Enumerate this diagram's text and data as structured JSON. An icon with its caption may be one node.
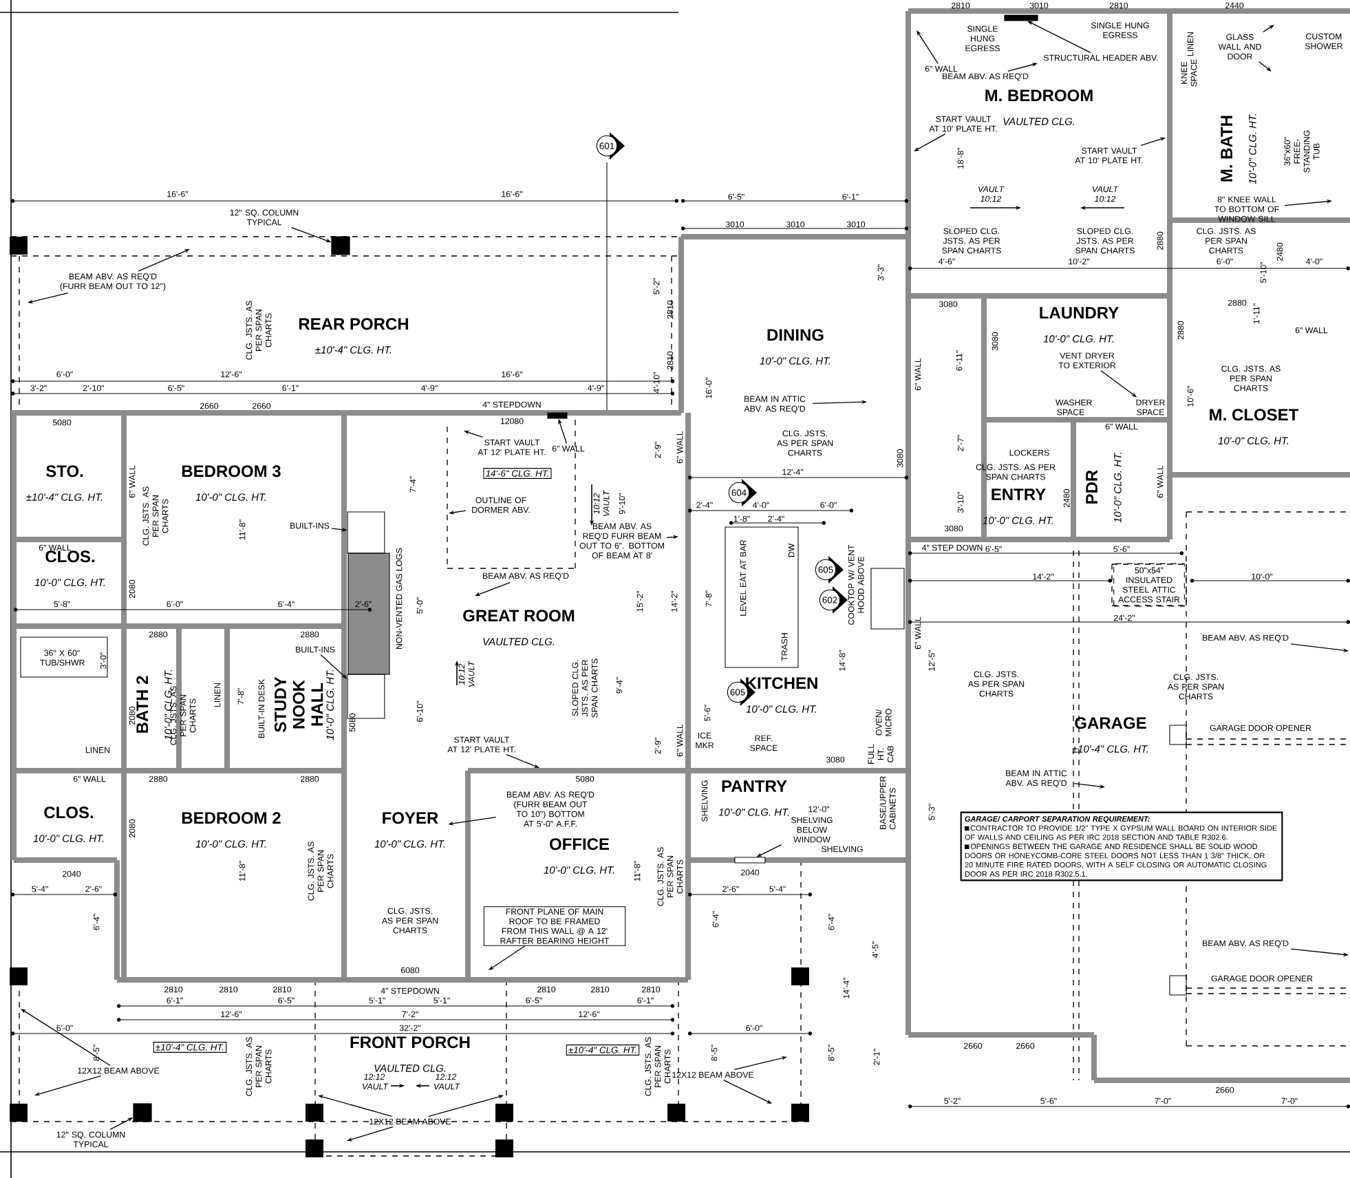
{
  "diagram": {
    "nodes": [
      {
        "text": [
          "REAR PORCH",
          "±10'-4\" CLG. HT."
        ]
      },
      {
        "text": [
          "M. BEDROOM",
          "VAULTED CLG."
        ]
      },
      {
        "text": [
          "M. BATH",
          "10'-0\" CLG. HT."
        ]
      },
      {
        "text": [
          "DINING",
          "10'-0\" CLG. HT."
        ]
      },
      {
        "text": [
          "LAUNDRY",
          "10'-0\" CLG. HT."
        ]
      },
      {
        "text": [
          "M. CLOSET",
          "10'-0\" CLG. HT."
        ]
      },
      {
        "text": [
          "STO.",
          "±10'-4\" CLG. HT."
        ]
      },
      {
        "text": [
          "BEDROOM 3",
          "10'-0\" CLG. HT."
        ]
      },
      {
        "text": [
          "GREAT ROOM",
          "VAULTED CLG."
        ]
      },
      {
        "text": [
          "CLOS.",
          "10'-0\" CLG. HT."
        ]
      },
      {
        "text": [
          "BATH 2",
          "10'-0\" CLG. HT."
        ]
      },
      {
        "text": [
          "STUDY NOOK HALL",
          "10'-0\" CLG. HT."
        ]
      },
      {
        "text": [
          "ENTRY",
          "10'-0\" CLG. HT."
        ]
      },
      {
        "text": [
          "PDR",
          "10'-0\" CLG. HT."
        ]
      },
      {
        "text": [
          "KITCHEN",
          "10'-0\" CLG. HT."
        ]
      },
      {
        "text": [
          "GARAGE",
          "±10'-4\" CLG. HT."
        ]
      },
      {
        "text": [
          "PANTRY",
          "10'-0\" CLG. HT."
        ]
      },
      {
        "text": [
          "CLOS.",
          "10'-0\" CLG. HT."
        ]
      },
      {
        "text": [
          "BEDROOM 2",
          "10'-0\" CLG. HT."
        ]
      },
      {
        "text": [
          "FOYER",
          "10'-0\" CLG. HT."
        ]
      },
      {
        "text": [
          "OFFICE",
          "10'-0\" CLG. HT."
        ]
      },
      {
        "text": [
          "FRONT PORCH",
          "VAULTED CLG."
        ]
      },
      {
        "text": [
          "12\" SQ. COLUMN TYPICAL"
        ]
      },
      {
        "text": [
          "BEAM ABV. AS REQ'D (FURR BEAM OUT TO 12\")"
        ]
      },
      {
        "text": [
          "6\" WALL"
        ]
      },
      {
        "text": [
          "STRUCTURAL HEADER ABV."
        ]
      },
      {
        "text": [
          "BEAM ABV. AS REQ'D"
        ]
      },
      {
        "text": [
          "START VAULT AT 10' PLATE HT."
        ]
      },
      {
        "text": [
          "START VAULT AT 10' PLATE HT."
        ]
      },
      {
        "text": [
          "GLASS WALL AND DOOR"
        ]
      },
      {
        "text": [
          "8\" KNEE WALL TO BOTTOM OF WINDOW SILL"
        ]
      },
      {
        "text": [
          "BEAM IN ATTIC ABV. AS REQ'D"
        ]
      },
      {
        "text": [
          "VENT DRYER TO EXTERIOR"
        ]
      },
      {
        "text": [
          "START VAULT AT 12' PLATE HT."
        ]
      },
      {
        "text": [
          "OUTLINE OF DORMER ABV."
        ]
      },
      {
        "text": [
          "BEAM ABV. AS REQ'D FURR BEAM OUT TO 6\". BOTTOM OF BEAM AT 8'"
        ]
      },
      {
        "text": [
          "BEAM ABV. AS REQ'D"
        ]
      },
      {
        "text": [
          "BUILT-INS"
        ]
      },
      {
        "text": [
          "BUILT-INS"
        ]
      },
      {
        "text": [
          "START VAULT AT 12' PLATE HT."
        ]
      },
      {
        "text": [
          "BEAM ABV. AS REQ'D (FURR BEAM OUT TO 10\") BOTTOM AT 5'-0\" A.F.F."
        ]
      },
      {
        "text": [
          "FRONT PLANE OF MAIN ROOF TO BE FRAMED FROM THIS WALL @ A 12' RAFTER BEARING HEIGHT"
        ]
      },
      {
        "text": [
          "12X12 BEAM ABOVE"
        ]
      },
      {
        "text": [
          "12\" SQ. COLUMN TYPICAL"
        ]
      },
      {
        "text": [
          "12X12 BEAM ABOVE"
        ]
      },
      {
        "text": [
          "12X12 BEAM ABOVE"
        ]
      },
      {
        "text": [
          "SHELVING BELOW WINDOW"
        ]
      },
      {
        "text": [
          "BEAM IN ATTIC ABV. AS REQ'D"
        ]
      },
      {
        "text": [
          "BEAM ABV. AS REQ'D"
        ]
      },
      {
        "text": [
          "BEAM ABV. AS REQ'D"
        ]
      },
      {
        "text": [
          "6\" WALL"
        ]
      },
      {
        "text": [
          "GARAGE/ CARPORT SEPARATION REQUIREMENT:",
          "CONTRACTOR TO PROVIDE 1/2\" TYPE X GYPSUM WALL BOARD ON INTERIOR SIDE OF WALLS AND CEILING AS PER IRC 2018 SECTION AND TABLE R302.6.",
          "OPENINGS BETWEEN THE GARAGE AND RESIDENCE SHALL BE SOLID WOOD DOORS OR HONEYCOMB-CORE STEEL DOORS NOT LESS THAN 1 3/8\" THICK, OR 20 MINUTE FIRE RATED DOORS, WITH A SELF CLOSING OR AUTOMATIC CLOSING DOOR AS PER IRC 2018 R302.5.1."
        ]
      },
      {
        "text": [
          "50\"x54\" INSULATED STEEL ATTIC ACCESS STAIR"
        ]
      },
      {
        "text": [
          "601"
        ]
      },
      {
        "text": [
          "604"
        ]
      },
      {
        "text": [
          "605"
        ]
      },
      {
        "text": [
          "602"
        ]
      },
      {
        "text": [
          "605"
        ]
      },
      {
        "text": [],
        "shape": "box"
      },
      {
        "text": [],
        "shape": "box"
      },
      {
        "text": [],
        "shape": "box"
      },
      {
        "text": [],
        "shape": "box"
      },
      {
        "text": [
          "DRYER SPACE"
        ]
      },
      {
        "text": [],
        "shape": "bar"
      },
      {
        "text": [],
        "shape": "bar"
      },
      {
        "text": [],
        "shape": "bar"
      }
    ],
    "edges": [
      {
        "from": 22,
        "to": 60,
        "arrow": "to"
      },
      {
        "from": 23,
        "to": null,
        "arrow": "to"
      },
      {
        "from": 23,
        "to": null,
        "arrow": "to"
      },
      {
        "from": 24,
        "to": null,
        "arrow": "to"
      },
      {
        "from": 25,
        "to": 63,
        "arrow": "to"
      },
      {
        "from": 26,
        "to": null,
        "arrow": "to"
      },
      {
        "from": 27,
        "to": null,
        "arrow": "to"
      },
      {
        "from": 28,
        "to": null,
        "arrow": "to"
      },
      {
        "from": 29,
        "to": null,
        "arrow": "to"
      },
      {
        "from": 29,
        "to": null,
        "arrow": "to"
      },
      {
        "from": 30,
        "to": null,
        "arrow": "to"
      },
      {
        "from": 31,
        "to": null,
        "arrow": "to"
      },
      {
        "from": 32,
        "to": 62,
        "arrow": "to"
      },
      {
        "from": 33,
        "to": null,
        "arrow": "to"
      },
      {
        "from": 34,
        "to": null,
        "arrow": "to"
      },
      {
        "from": 35,
        "to": null,
        "arrow": "to"
      },
      {
        "from": 36,
        "to": null,
        "arrow": "to"
      },
      {
        "from": 37,
        "to": 58,
        "arrow": "to"
      },
      {
        "from": 38,
        "to": 59,
        "arrow": "to"
      },
      {
        "from": 39,
        "to": null,
        "arrow": "to"
      },
      {
        "from": 40,
        "to": 19,
        "arrow": "to"
      },
      {
        "from": 41,
        "to": null,
        "arrow": "to"
      },
      {
        "from": 42,
        "to": null,
        "arrow": "to"
      },
      {
        "from": 42,
        "to": null,
        "arrow": "to"
      },
      {
        "from": 43,
        "to": 61,
        "arrow": "to"
      },
      {
        "from": 44,
        "to": null,
        "arrow": "to"
      },
      {
        "from": 44,
        "to": null,
        "arrow": "to"
      },
      {
        "from": 44,
        "to": null,
        "arrow": "to"
      },
      {
        "from": 45,
        "to": null,
        "arrow": "to"
      },
      {
        "from": 45,
        "to": null,
        "arrow": "to"
      },
      {
        "from": 46,
        "to": 65,
        "arrow": "to"
      },
      {
        "from": 47,
        "to": null,
        "arrow": "to"
      },
      {
        "from": 48,
        "to": null,
        "arrow": "to"
      },
      {
        "from": 49,
        "to": null,
        "arrow": "to"
      },
      {
        "from": 50,
        "to": 64,
        "arrow": "to"
      }
    ],
    "labels": [
      "16'-6\"",
      "16'-6\"",
      "CLG. JSTS. AS PER SPAN CHARTS",
      "6'-0\"",
      "12'-6\"",
      "16'-6\"",
      "3'-2\"",
      "2'-10\"",
      "6'-5\"",
      "6'-1\"",
      "4'-9\"",
      "4'-9\"",
      "5'-2\"",
      "2810",
      "2810",
      "4'-10\"",
      "2810",
      "3010",
      "2810",
      "2440",
      "SINGLE HUNG EGRESS",
      "SINGLE HUNG EGRESS",
      "CUSTOM SHOWER",
      "LINEN",
      "KNEE SPACE",
      "6'-5\"",
      "6'-1\"",
      "3010",
      "3010",
      "3010",
      "18'-8\"",
      "VAULT 10:12",
      "VAULT 10:12",
      "36\"x60\" FREE-STANDING TUB",
      "SLOPED CLG. JSTS. AS PER SPAN CHARTS",
      "SLOPED CLG. JSTS. AS PER SPAN CHARTS",
      "2880",
      "CLG. JSTS. AS PER SPAN CHARTS",
      "3'-3\"",
      "4'-6\"",
      "10'-2\"",
      "6'-0\"",
      "4'-0\"",
      "5'-10\"",
      "2480",
      "3080",
      "2880",
      "1'-11\"",
      "6\" WALL",
      "3080",
      "6'-11\"",
      "2880",
      "6\" WALL",
      "16'-0\"",
      "WASHER SPACE",
      "10'-6\"",
      "CLG. JSTS. AS PER SPAN CHARTS",
      "5080",
      "2660",
      "2660",
      "6\" WALL",
      "CLG. JSTS. AS PER SPAN CHARTS",
      "11'-8\"",
      "4\" STEPDOWN",
      "12080",
      "14'-6\" CLG. HT.",
      "7'-4\"",
      "10:12 VAULT",
      "9'-10\"",
      "6\" WALL",
      "2080",
      "5'-8\"",
      "6'-0\"",
      "6'-4\"",
      "2'-6\"",
      "NON-VENTED GAS LOGS",
      "5'-0\"",
      "15'-2\"",
      "14'-2\"",
      "2880",
      "2880",
      "36\" X 60\" TUB/SHWR",
      "3'-0\"",
      "CLG. JSTS. AS PER SPAN CHARTS",
      "LINEN",
      "7'-8\"",
      "BUILT-IN DESK",
      "2080",
      "5080",
      "10:12 VAULT",
      "6'-10\"",
      "SLOPED CLG. JSTS. AS PER SPAN CHARTS",
      "9'-4\"",
      "LINEN",
      "6\" WALL",
      "2880",
      "2880",
      "5080",
      "2'-9\"",
      "2'-9\"",
      "6\" WALL",
      "CLG. JSTS. AS PER SPAN CHARTS",
      "12'-4\"",
      "3080",
      "2'-4\"",
      "4'-0\"",
      "6'-0\"",
      "1'-8\"",
      "2'-4\"",
      "DW",
      "LEVEL EAT AT BAR",
      "TRASH",
      "7'-8\"",
      "COOKTOP W/ VENT HOOD ABOVE",
      "14'-8\"",
      "6\" WALL",
      "12'-5\"",
      "LOCKERS",
      "CLG. JSTS. AS PER SPAN CHARTS",
      "2'-7\"",
      "3'-10\"",
      "2480",
      "3080",
      "6\" WALL",
      "6\" WALL",
      "4\" STEP DOWN",
      "6'-5\"",
      "5'-6\"",
      "14'-2\"",
      "10'-0\"",
      "24'-2\"",
      "CLG. JSTS. AS PER SPAN CHARTS",
      "CLG. JSTS. AS PER SPAN CHARTS",
      "5'-6\"",
      "6\" WALL",
      "ICE MKR",
      "REF. SPACE",
      "OVEN/ MICRO",
      "FULL HT. CAB",
      "3080",
      "GARAGE DOOR OPENER",
      "GARAGE DOOR OPENER",
      "SHELVING",
      "12'-0\"",
      "BASE/UPPER CABINETS",
      "5'-3\"",
      "SHELVING",
      "2040",
      "2'-6\"",
      "5'-4\"",
      "6'-4\"",
      "6'-4\"",
      "4'-5\"",
      "14'-4\"",
      "6'-0\"",
      "8'-5\"",
      "8'-5\"",
      "2'-1\"",
      "2660",
      "2660",
      "2660",
      "5'-2\"",
      "5'-6\"",
      "7'-0\"",
      "7'-0\"",
      "2080",
      "11'-8\"",
      "CLG. JSTS. AS PER SPAN CHARTS",
      "CLG. JSTS. AS PER SPAN CHARTS",
      "11'-8\"",
      "CLG. JSTS. AS PER SPAN CHARTS",
      "2040",
      "5'-4\"",
      "2'-6\"",
      "6'-4\"",
      "6080",
      "2810",
      "2810",
      "2810",
      "4\" STEPDOWN",
      "2810",
      "2810",
      "2810",
      "6'-1\"",
      "6'-5\"",
      "5'-1\"",
      "5'-1\"",
      "6'-5\"",
      "6'-1\"",
      "12'-6\"",
      "7'-2\"",
      "12'-6\"",
      "6'-0\"",
      "32'-2\"",
      "±10'-4\" CLG. HT.",
      "±10'-4\" CLG. HT.",
      "CLG. JSTS. AS PER SPAN CHARTS",
      "CLG. JSTS. AS PER SPAN CHARTS",
      "8'-5\"",
      "12:12 VAULT",
      "12:12 VAULT"
    ]
  }
}
